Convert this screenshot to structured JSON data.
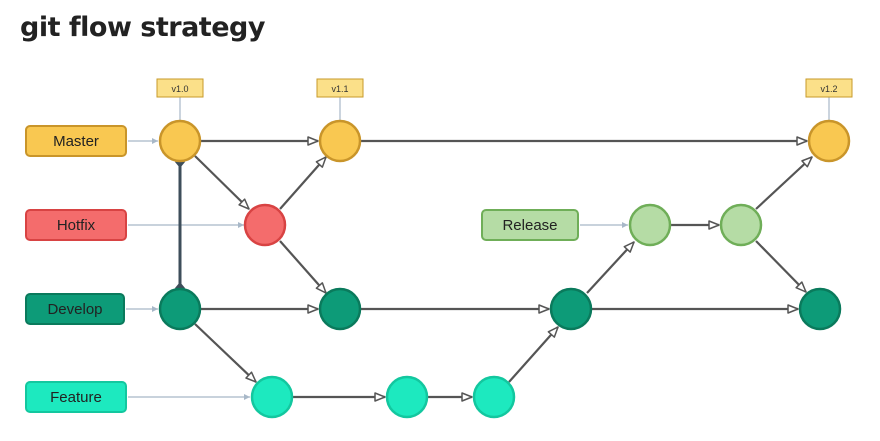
{
  "title": "git flow strategy",
  "branches": [
    {
      "id": "master",
      "label": "Master",
      "fill": "#f9c851",
      "stroke": "#c9952a"
    },
    {
      "id": "hotfix",
      "label": "Hotfix",
      "fill": "#f46c6c",
      "stroke": "#d84343"
    },
    {
      "id": "release",
      "label": "Release",
      "fill": "#b5dca5",
      "stroke": "#6fae58"
    },
    {
      "id": "develop",
      "label": "Develop",
      "fill": "#0d9b78",
      "stroke": "#0a7a5c"
    },
    {
      "id": "feature",
      "label": "Feature",
      "fill": "#1de9bf",
      "stroke": "#13c79f"
    }
  ],
  "tags": [
    {
      "id": "tag-v1-0",
      "label": "v1.0"
    },
    {
      "id": "tag-v1-1",
      "label": "v1.1"
    },
    {
      "id": "tag-v1-2",
      "label": "v1.2"
    }
  ],
  "colors": {
    "arrow": "#555555",
    "guide": "#a8b8c8",
    "tag_fill": "#fbe089",
    "tag_stroke": "#c79a2a"
  }
}
